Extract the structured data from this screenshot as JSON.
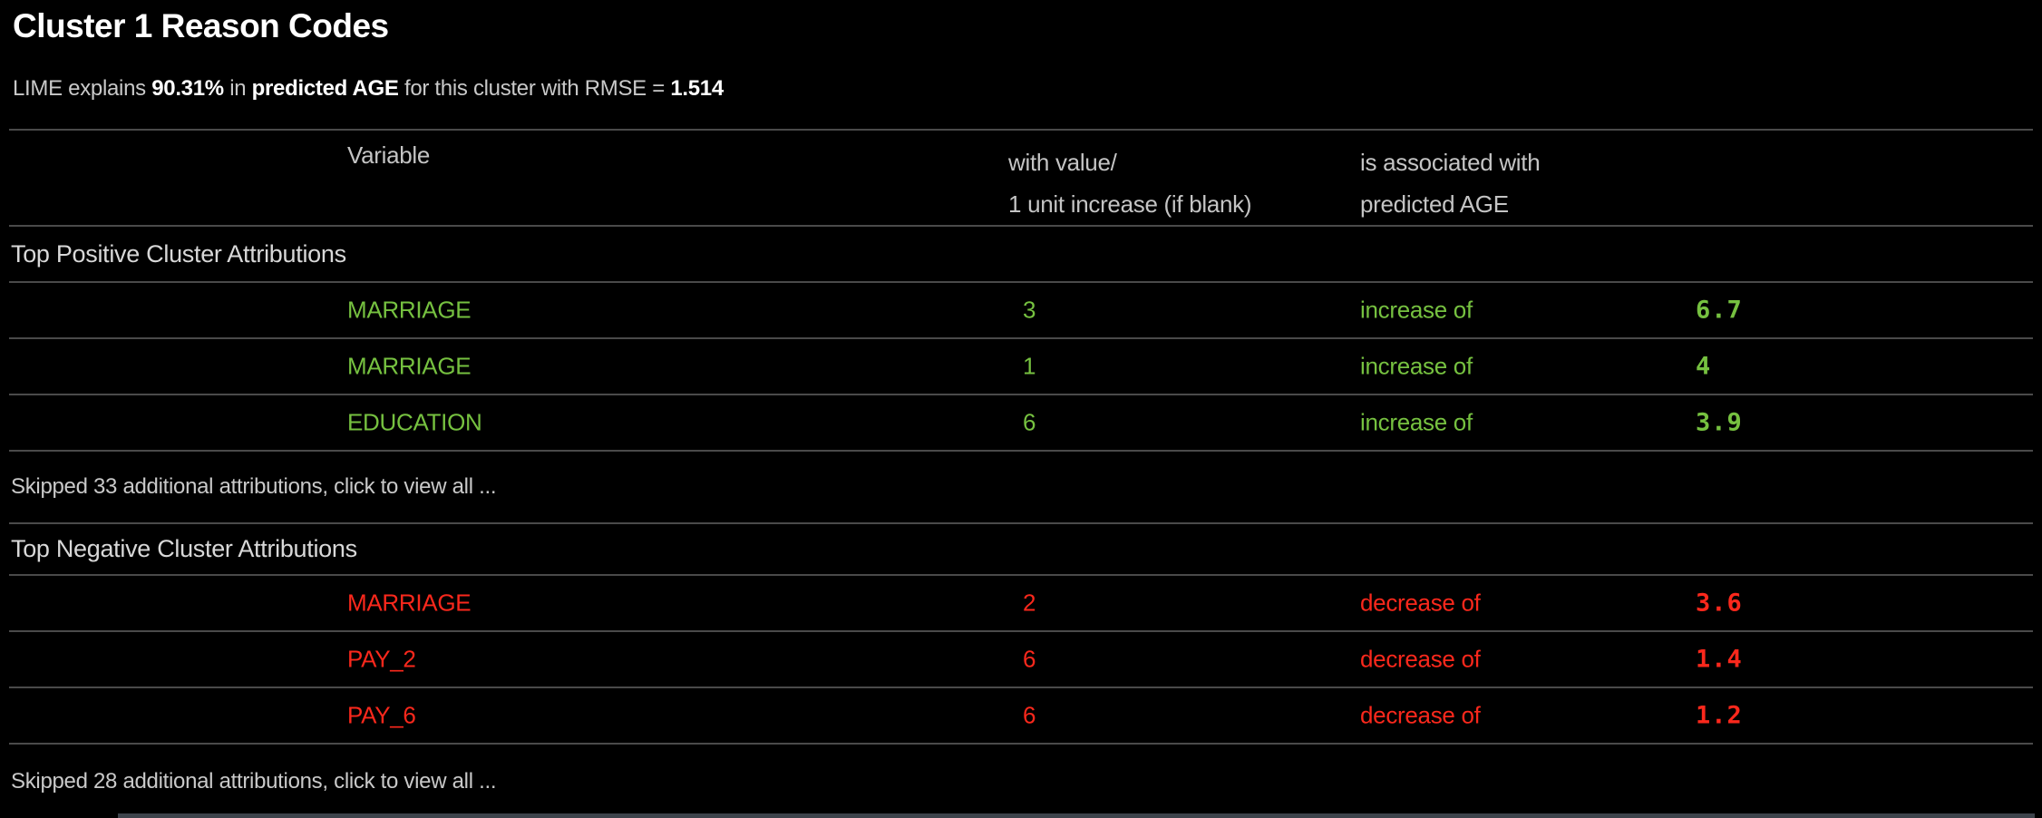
{
  "title": "Cluster 1 Reason Codes",
  "subtitle": {
    "prefix": "LIME explains ",
    "explained_pct": "90.31%",
    "mid1": " in ",
    "target": "predicted AGE",
    "mid2": " for this cluster with RMSE = ",
    "rmse": "1.514"
  },
  "table": {
    "headers": {
      "variable": "Variable",
      "value_line1": "with value/",
      "value_line2": "1 unit increase (if blank)",
      "assoc_line1": "is associated with",
      "assoc_line2": "predicted AGE"
    },
    "positive": {
      "section_title": "Top Positive Cluster Attributions",
      "rows": [
        {
          "variable": "MARRIAGE",
          "value": "3",
          "direction": "increase of",
          "amount": "6.7"
        },
        {
          "variable": "MARRIAGE",
          "value": "1",
          "direction": "increase of",
          "amount": "4"
        },
        {
          "variable": "EDUCATION",
          "value": "6",
          "direction": "increase of",
          "amount": "3.9"
        }
      ],
      "skipped_note": "Skipped 33 additional attributions, click to view all ..."
    },
    "negative": {
      "section_title": "Top Negative Cluster Attributions",
      "rows": [
        {
          "variable": "MARRIAGE",
          "value": "2",
          "direction": "decrease of",
          "amount": "3.6"
        },
        {
          "variable": "PAY_2",
          "value": "6",
          "direction": "decrease of",
          "amount": "1.4"
        },
        {
          "variable": "PAY_6",
          "value": "6",
          "direction": "decrease of",
          "amount": "1.2"
        }
      ],
      "skipped_note": "Skipped 28 additional attributions, click to view all ..."
    }
  },
  "colors": {
    "background": "#000000",
    "text": "#c9c9c9",
    "positive": "#76c140",
    "negative": "#fa281c",
    "divider": "#4a4a4a",
    "scrollbar": "#3d434b"
  }
}
